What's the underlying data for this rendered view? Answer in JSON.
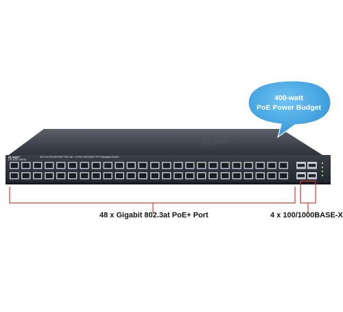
{
  "callout": {
    "line1": "400-watt",
    "line2": "PoE Power Budget"
  },
  "captions": {
    "ports": "48 x Gigabit 802.3at PoE+ Port",
    "sfp": "4 x 100/1000BASE-X"
  },
  "device": {
    "brand": "PLANET",
    "model": "GS-4210-48P4S",
    "description": "48-Port 10/100/1000T 802.3at + 4-Port 100/1000X SFP Managed Switch",
    "port_count": 48,
    "sfp_count": 4
  },
  "colors": {
    "chassis": "#2b2f37",
    "bubble": "#3aa3e0",
    "bracket": "#d33a3a",
    "port_frame": "#b8bdc4"
  }
}
